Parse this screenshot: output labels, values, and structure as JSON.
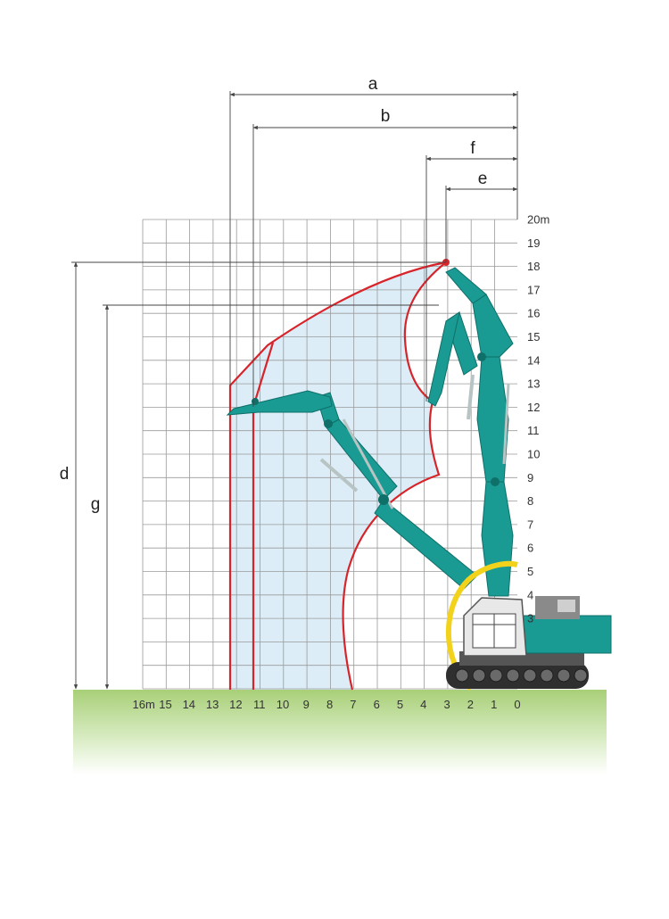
{
  "diagram": {
    "dimension_labels": {
      "a": "a",
      "b": "b",
      "d": "d",
      "e": "e",
      "f": "f",
      "g": "g"
    },
    "y_axis_ticks": [
      "20m",
      "19",
      "18",
      "17",
      "16",
      "15",
      "14",
      "13",
      "12",
      "11",
      "10",
      "9",
      "8",
      "7",
      "6",
      "5",
      "4",
      "3"
    ],
    "x_axis_ticks": [
      "16m",
      "15",
      "14",
      "13",
      "12",
      "11",
      "10",
      "9",
      "8",
      "7",
      "6",
      "5",
      "4",
      "3",
      "2",
      "1",
      "0"
    ],
    "colors": {
      "grid": "#9a9a9a",
      "envelope": "#d7242a",
      "envelope_fill": "#dcedf7",
      "machine": "#199b93",
      "machine_dark": "#0f6f69",
      "ground_top": "#a9cf7a",
      "swing_arc": "#f2d21b"
    }
  }
}
